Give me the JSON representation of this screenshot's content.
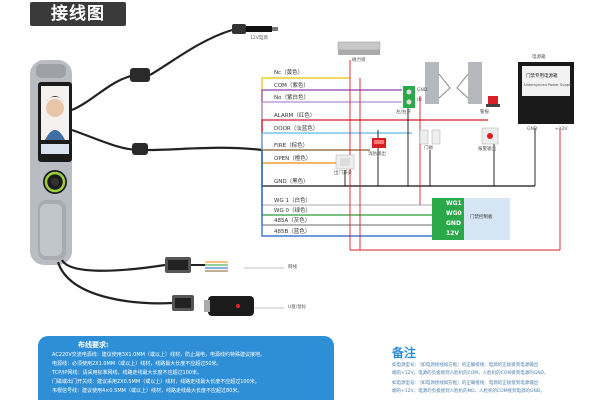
{
  "title": "接线图",
  "terminals": [
    {
      "label": "Nc（黄色）",
      "color": "#e8c400"
    },
    {
      "label": "COM（紫色）",
      "color": "#8a3fb0"
    },
    {
      "label": "No（紫白色）",
      "color": "#b48bd0"
    },
    {
      "label": "ALARM（红色）",
      "color": "#d81f26"
    },
    {
      "label": "DOOR（淡蓝色）",
      "color": "#5fb8e8"
    },
    {
      "label": "FIRE（棕色）",
      "color": "#8b5a2b"
    },
    {
      "label": "OPEN（橙色）",
      "color": "#f08a00"
    },
    {
      "label": "GND（黑色）",
      "color": "#111111"
    },
    {
      "label": "WG 1（白色）",
      "color": "#bbbbbb"
    },
    {
      "label": "WG 0（绿色）",
      "color": "#2a9d3a"
    },
    {
      "label": "485A（灰色）",
      "color": "#888888"
    },
    {
      "label": "485B（蓝色）",
      "color": "#1f5fbf"
    }
  ],
  "devices": {
    "power12": "12V电源",
    "maglock": "磁力锁",
    "gate_gnd": "GND",
    "gate_in": "IN",
    "gate_label": "左/右开",
    "alarm": "警报",
    "alarm_input": "报警输出",
    "fire": "消防输出",
    "door_sensor": "门磁",
    "exit_button": "出门开关",
    "psu_title": "电源箱",
    "psu_name": "门禁专用电源箱",
    "psu_sub": "Untersynced Power Supply",
    "psu_gnd": "GND",
    "psu_12v": "+12V",
    "controller_wg1": "WG1",
    "controller_wg0": "WG0",
    "controller_gnd": "GND",
    "controller_12v": "12V",
    "controller_label": "门禁控制板",
    "network": "网线",
    "usb": "U盘/鼠标"
  },
  "requirements": {
    "heading": "布线要求:",
    "lines": [
      "AC220V交流电源线：建议使用3X1.0MM（或以上）线材，防止漏电，电源线约特殊建议接地。",
      "电源线：必须使用2X1.0MM（或以上）线材，线路最大长度不应超过50米。",
      "TCP/IP网线：请采用标准网线，线路走线最大长度不应超过100米。",
      "门磁或出门开关线：建议采用2X0.5MM（或以上）线材，线路走线最大长度不应超过100米。",
      "韦根信号线：建议使用4×0.5MM（或以上）线材，线路走线最大长度不应超过80米。"
    ]
  },
  "note": {
    "heading": "备注",
    "lines": [
      "如电源型号：（如电源接线如方框）的正确接线：电源的正极接到电源输出",
      "端的+12V，电源的负极接到人脸机的COM，人脸机的COM接到电源的GND。",
      "如电源型号：（如电源接线如方框）的正确接线：电源的正极接到电源输出",
      "端的+12V，电源的负极接到人脸机的NO，人脸机的COM接到电源的GND。"
    ]
  }
}
